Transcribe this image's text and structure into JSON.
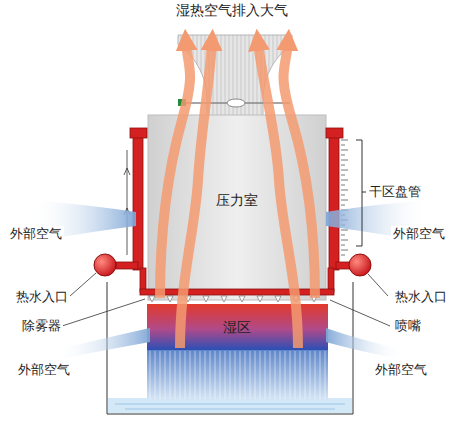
{
  "diagram": {
    "nodes": [
      {
        "text": [
          "压力室"
        ]
      },
      {
        "text": [
          "湿区"
        ]
      }
    ],
    "labels": [
      "湿热空气排入大气",
      "干区盘管",
      "外部空气",
      "外部空气",
      "热水入口",
      "热水入口",
      "除雾器",
      "喷嘴",
      "外部空气",
      "外部空气"
    ]
  }
}
